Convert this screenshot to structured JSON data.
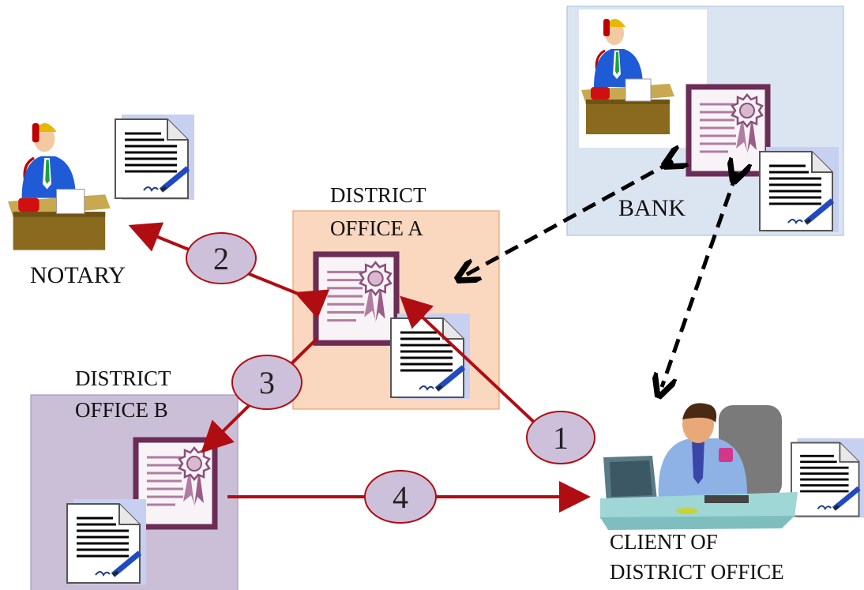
{
  "labels": {
    "notary": "NOTARY",
    "district_a_line1": "DISTRICT",
    "district_a_line2": "OFFICE A",
    "district_b_line1": "DISTRICT",
    "district_b_line2": "OFFICE B",
    "bank": "BANK",
    "client_line1": "CLIENT OF",
    "client_line2": "DISTRICT OFFICE"
  },
  "steps": [
    "1",
    "2",
    "3",
    "4"
  ],
  "colors": {
    "flow_arrow": "#b00d12",
    "dashed_arrow": "#000000",
    "office_a_fill": "#fad7bf",
    "office_b_fill": "#cbbfd8",
    "bank_fill": "#dbe5f1",
    "step_bubble": "#ccc0da",
    "certificate_frame": "#6b2c55"
  },
  "icons": [
    "notary-clerk-icon",
    "bank-clerk-icon",
    "client-person-icon",
    "certificate-icon",
    "signed-document-icon"
  ]
}
